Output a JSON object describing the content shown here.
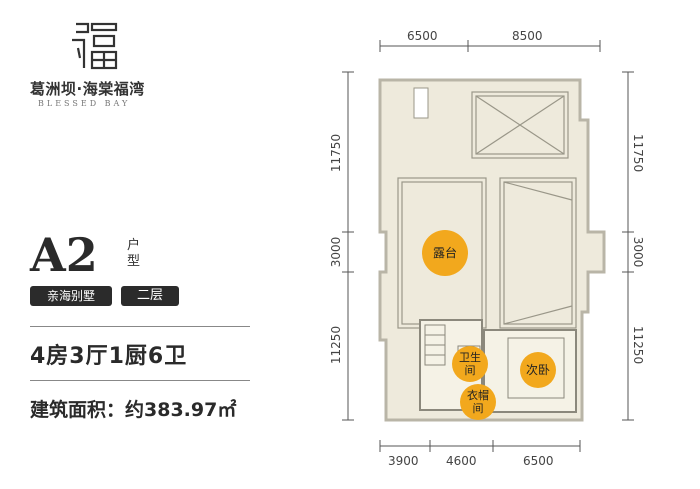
{
  "brand": {
    "logo_char": "福",
    "name_cn": "葛洲坝·海棠福湾",
    "name_en": "BLESSED BAY"
  },
  "unit": {
    "type_code": "A2",
    "type_suffix": "户型",
    "tag_villa": "亲海别墅",
    "tag_floor": "二层",
    "layout": "4房3厅1厨6卫",
    "area": "建筑面积：约383.97㎡"
  },
  "dimensions": {
    "top": [
      "6500",
      "8500"
    ],
    "bottom": [
      "3900",
      "4600",
      "6500"
    ],
    "left": [
      "11750",
      "3000",
      "11250"
    ],
    "right": [
      "11750",
      "3000",
      "11250"
    ]
  },
  "rooms": {
    "terrace": "露台",
    "bathroom": "卫生间",
    "bedroom": "次卧",
    "closet": "衣帽间"
  },
  "colors": {
    "floor": "#eeeadc",
    "wall": "#b9b5a7",
    "accent": "#f2a81d",
    "tag_bg": "#2b2b2b"
  }
}
